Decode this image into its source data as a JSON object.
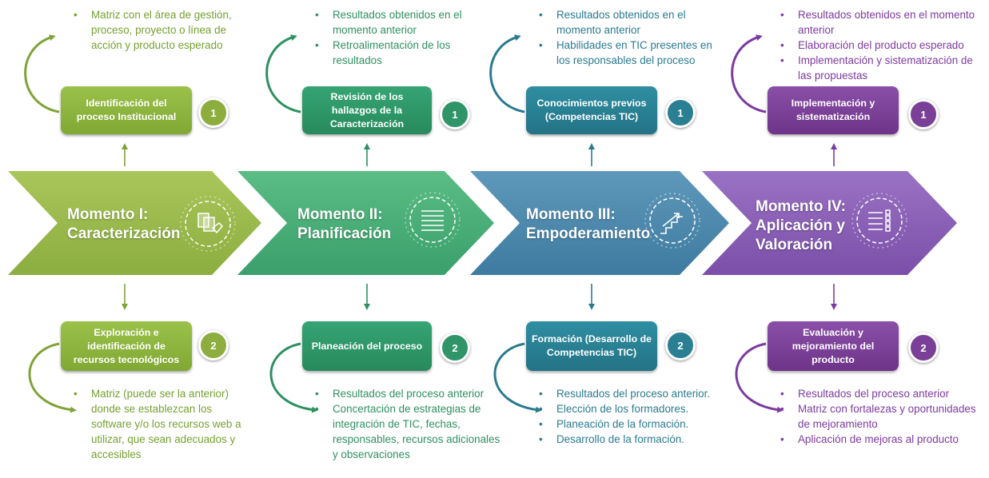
{
  "colors": {
    "m1": "#8dae3f",
    "m1_text": "#76a030",
    "m2": "#2f9568",
    "m2_text": "#2e9060",
    "m3": "#2a7f92",
    "m3_text": "#2a7a90",
    "m4": "#7a3f97",
    "m4_text": "#7c3aa0"
  },
  "moments": [
    {
      "title_line1": "Momento I:",
      "title_line2": "Caracterización",
      "icon": "documents-hand-icon",
      "top_box": "Identificación del proceso Institucional",
      "top_number": "1",
      "top_bullets": [
        "Matriz con el área de gestión, proceso, proyecto o línea de acción y producto esperado"
      ],
      "bottom_box": "Exploración e identificación de recursos tecnológicos",
      "bottom_number": "2",
      "bottom_bullets": [
        "Matriz (puede ser la anterior) donde se establezcan los software y/o los recursos web a utilizar, que sean adecuados y accesibles"
      ]
    },
    {
      "title_line1": "Momento II:",
      "title_line2": "Planificación",
      "icon": "list-lines-icon",
      "top_box": "Revisión de los hallazgos de la Caracterización",
      "top_number": "1",
      "top_bullets": [
        "Resultados obtenidos en el momento anterior",
        "Retroalimentación de los resultados"
      ],
      "bottom_box": "Planeación del proceso",
      "bottom_number": "2",
      "bottom_bullets": [
        "Resultados del proceso anterior",
        "Concertación de estrategias de integración de TIC, fechas, responsables, recursos adicionales y observaciones"
      ]
    },
    {
      "title_line1": "Momento III:",
      "title_line2": "Empoderamiento",
      "icon": "stairs-arrow-icon",
      "top_box": "Conocimientos previos (Competencias TIC)",
      "top_number": "1",
      "top_bullets": [
        "Resultados obtenidos en el momento anterior",
        "Habilidades en TIC presentes en los responsables del proceso"
      ],
      "bottom_box": "Formación (Desarrollo de Competencias TIC)",
      "bottom_number": "2",
      "bottom_bullets": [
        "Resultados del proceso anterior.",
        "Elección de los formadores.",
        "Planeación de la formación.",
        "Desarrollo de la formación."
      ]
    },
    {
      "title_line1": "Momento IV:",
      "title_line2": "Aplicación y",
      "title_line3": "Valoración",
      "icon": "checklist-icon",
      "top_box": "Implementación y sistematización",
      "top_number": "1",
      "top_bullets": [
        "Resultados obtenidos en el momento anterior",
        "Elaboración del producto esperado",
        "Implementación y sistematización de las propuestas"
      ],
      "bottom_box": "Evaluación y mejoramiento del producto",
      "bottom_number": "2",
      "bottom_bullets": [
        "Resultados del proceso anterior",
        "Matriz con fortalezas y oportunidades de mejoramiento",
        "Aplicación de mejoras al producto"
      ]
    }
  ]
}
